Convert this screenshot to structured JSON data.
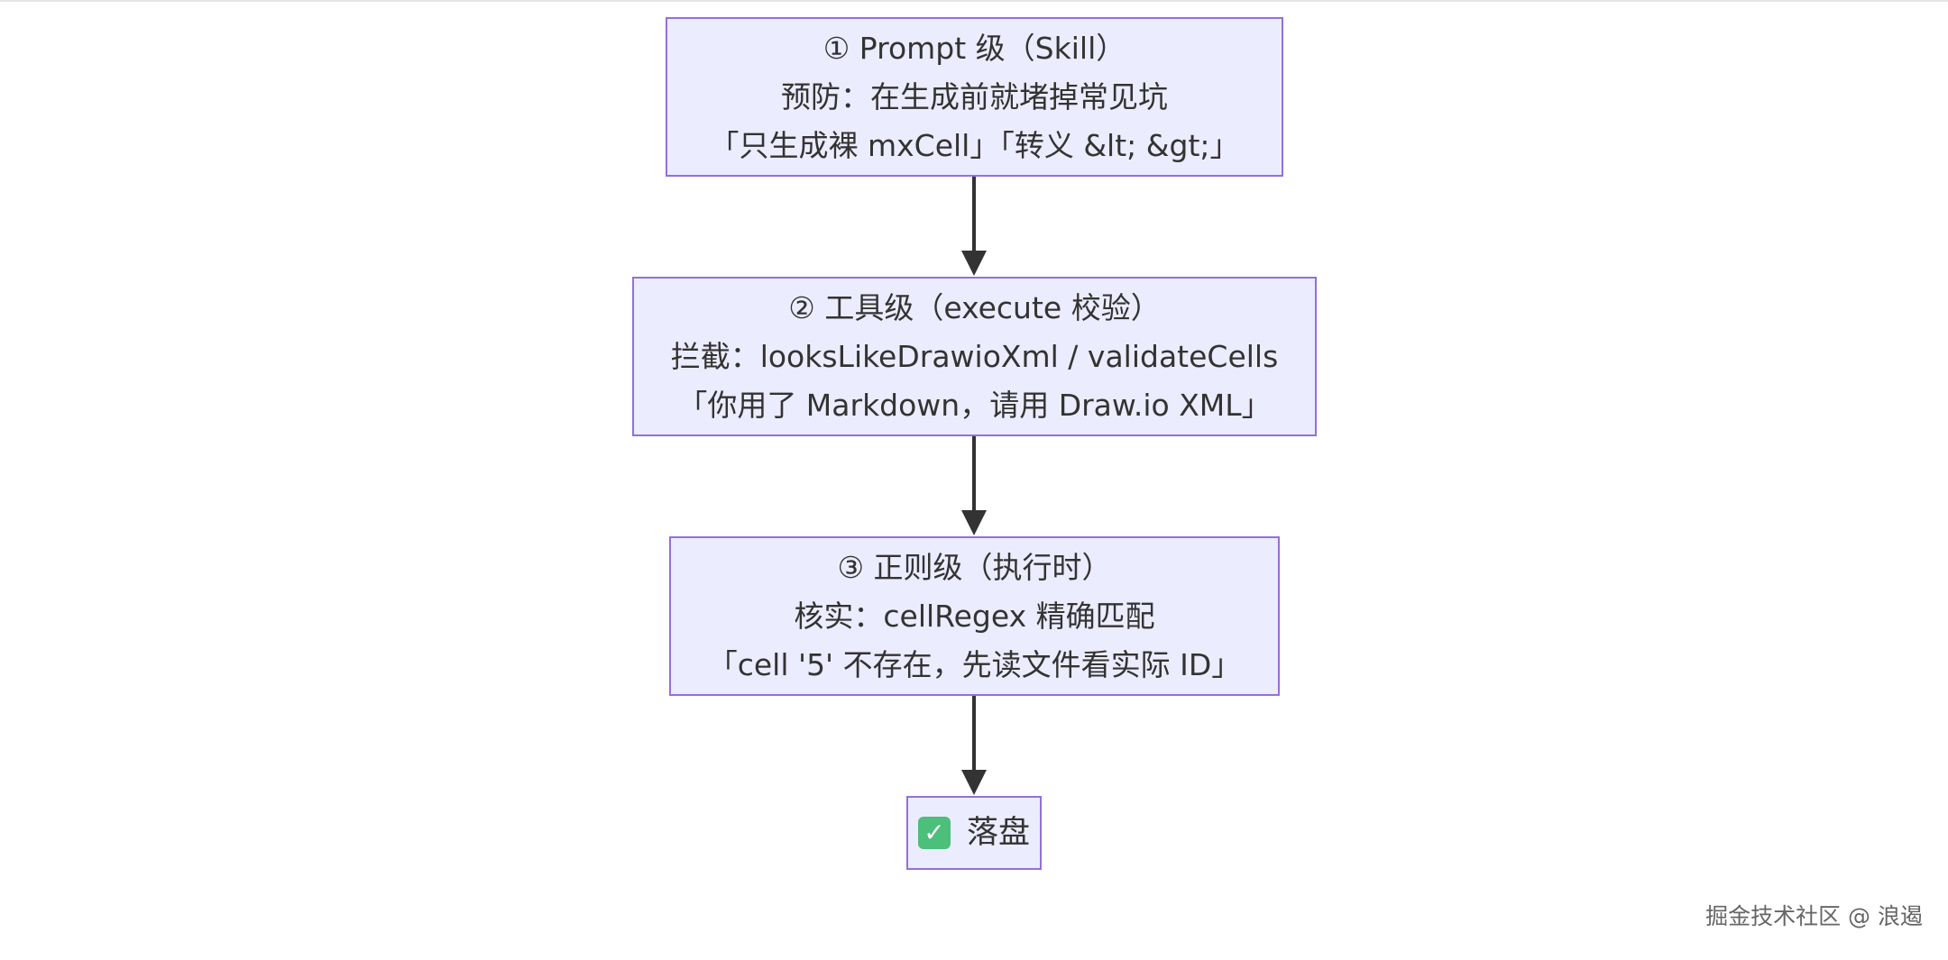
{
  "nodes": {
    "n1": {
      "line1": "① Prompt 级（Skill）",
      "line2": "预防：在生成前就堵掉常见坑",
      "line3": "「只生成裸 mxCell」「转义 &lt; &gt;」"
    },
    "n2": {
      "line1": "② 工具级（execute 校验）",
      "line2": "拦截：looksLikeDrawioXml / validateCells",
      "line3": "「你用了 Markdown，请用 Draw.io XML」"
    },
    "n3": {
      "line1": "③ 正则级（执行时）",
      "line2": "核实：cellRegex 精确匹配",
      "line3": "「cell '5' 不存在，先读文件看实际 ID」"
    },
    "n4": {
      "icon": "check-mark-icon",
      "check_glyph": "✓",
      "label": "落盘"
    }
  },
  "edges": [
    {
      "from": "n1",
      "to": "n2"
    },
    {
      "from": "n2",
      "to": "n3"
    },
    {
      "from": "n3",
      "to": "n4"
    }
  ],
  "colors": {
    "node_fill": "#ececff",
    "node_border": "#9370db",
    "edge": "#333333",
    "check_fill": "#4cbf7a"
  },
  "watermark": "掘金技术社区 @ 浪遏"
}
